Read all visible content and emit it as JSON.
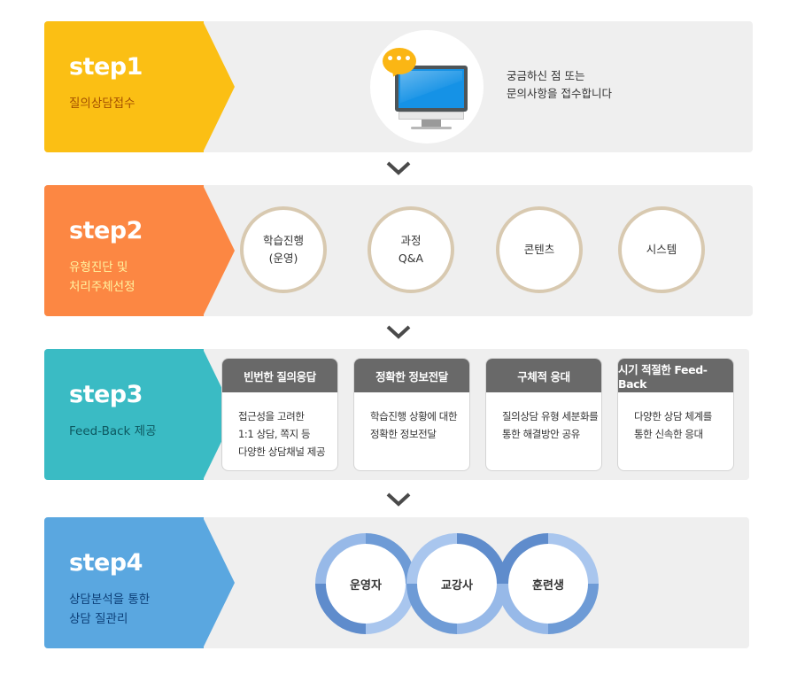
{
  "steps": [
    {
      "title": "step1",
      "subtitle": "질의상담접수",
      "color": "#fbbf14"
    },
    {
      "title": "step2",
      "subtitle": "유형진단 및\n처리주체선정",
      "color": "#fc8743"
    },
    {
      "title": "step3",
      "subtitle": "Feed-Back 제공",
      "color": "#3abbc4"
    },
    {
      "title": "step4",
      "subtitle": "상담분석을 통한\n상담 질관리",
      "color": "#5aa7e0"
    }
  ],
  "step1": {
    "icon": "monitor-chat-icon",
    "bubble_dots": "•••",
    "description": "궁금하신 점 또는\n문의사항을 접수합니다"
  },
  "step2": {
    "rings": [
      "학습진행\n(운영)",
      "과정\nQ&A",
      "콘텐츠",
      "시스템"
    ],
    "ring_color": "#d8c9b0"
  },
  "step3": {
    "cards": [
      {
        "head": "빈번한 질의응답",
        "body": "접근성을 고려한\n1:1 상담, 쪽지 등\n다양한 상담채널 제공"
      },
      {
        "head": "정확한 정보전달",
        "body": "학습진행 상황에 대한\n정확한 정보전달"
      },
      {
        "head": "구체적 응대",
        "body": "질의상담 유형 세분화를\n통한 해결방안 공유"
      },
      {
        "head": "시기 적절한 Feed-Back",
        "body": "다양한 상담 체계를\n통한 신속한 응대"
      }
    ]
  },
  "step4": {
    "links": [
      "운영자",
      "교강사",
      "훈련생"
    ],
    "link_color": "#7fa9df"
  },
  "arrow_icon": "chevron-down-icon",
  "arrow_color": "#4a4a4a"
}
